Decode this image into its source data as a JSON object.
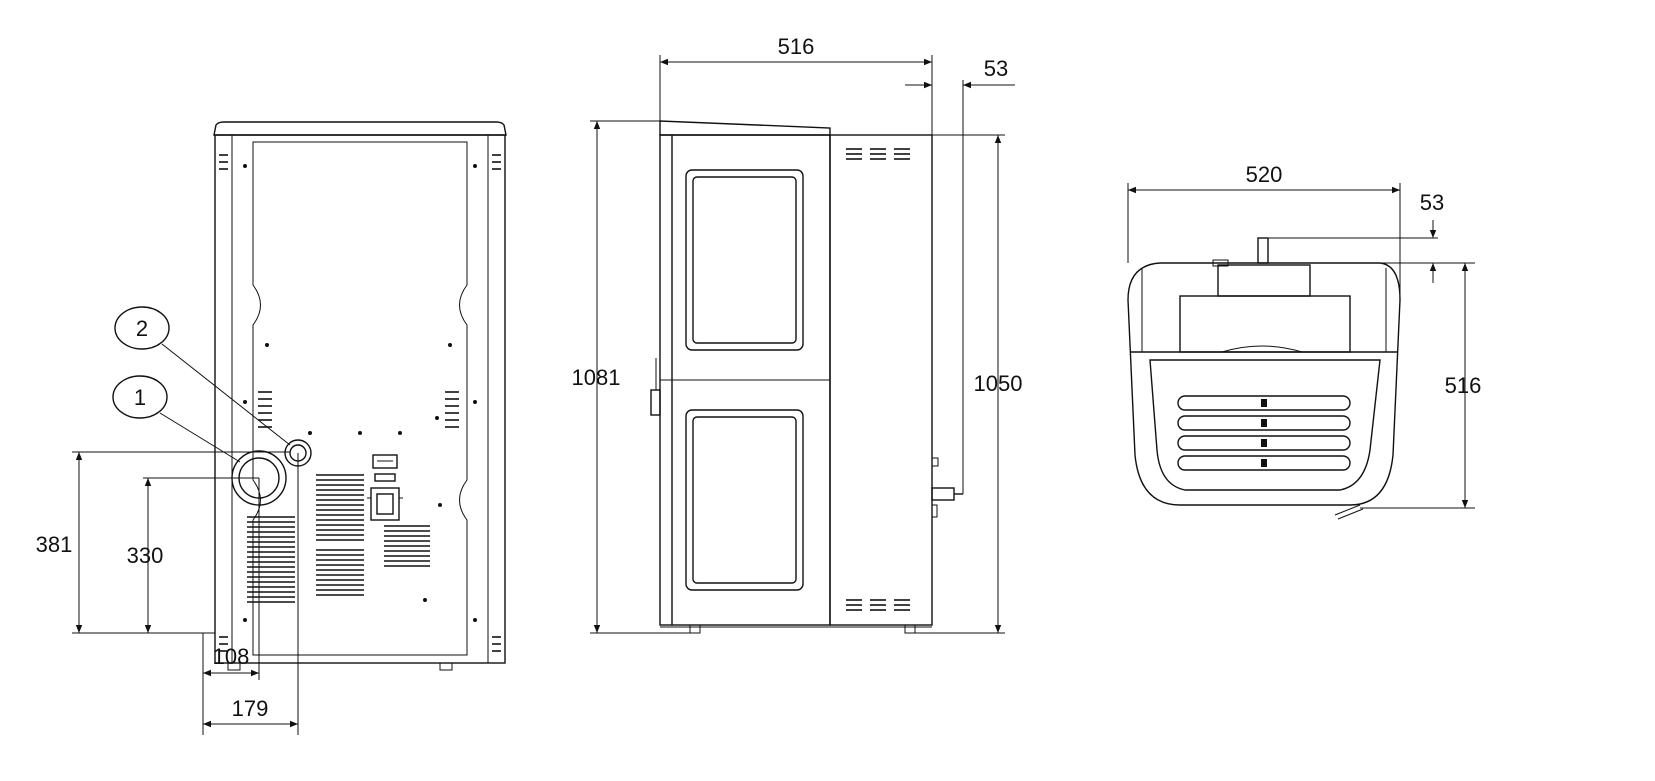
{
  "back_view": {
    "callout_1": "1",
    "callout_2": "2",
    "dim_381": "381",
    "dim_330": "330",
    "dim_108": "108",
    "dim_179": "179"
  },
  "side_view": {
    "dim_516": "516",
    "dim_53": "53",
    "dim_1081": "1081",
    "dim_1050": "1050"
  },
  "top_view": {
    "dim_520": "520",
    "dim_53": "53",
    "dim_516": "516"
  }
}
